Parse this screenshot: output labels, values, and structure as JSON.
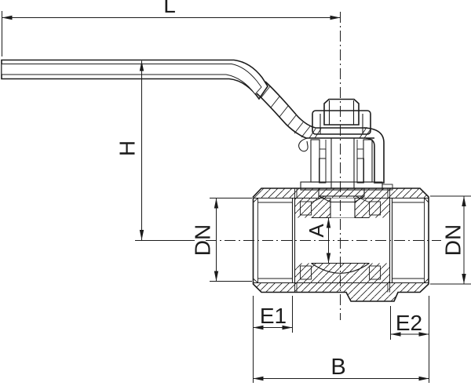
{
  "labels": {
    "length": "L",
    "height": "H",
    "dn_left": "DN",
    "bore_diameter": "A",
    "dn_right": "DN",
    "port_depth_left": "E1",
    "port_depth_right": "E2",
    "body_width": "B"
  },
  "colors": {
    "ink": "#1c1c1c",
    "background": "#ffffff"
  }
}
